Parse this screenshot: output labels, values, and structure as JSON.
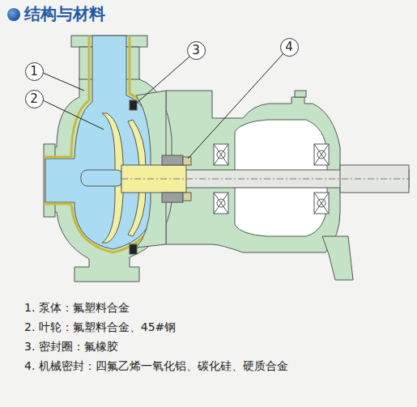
{
  "diagram": {
    "title": "结构与材料",
    "nodes": [
      {
        "text": [
          "1"
        ]
      },
      {
        "text": [
          "2"
        ]
      },
      {
        "text": [
          "3"
        ]
      },
      {
        "text": [
          "4"
        ]
      }
    ],
    "labels": [
      "1. 泵体：氟塑料合金",
      "2. 叶轮：氟塑料合金、45#钢",
      "3. 密封圈：氟橡胶",
      "4. 机械密封：四氟乙烯一氧化铝、碳化硅、硬质合金"
    ]
  }
}
